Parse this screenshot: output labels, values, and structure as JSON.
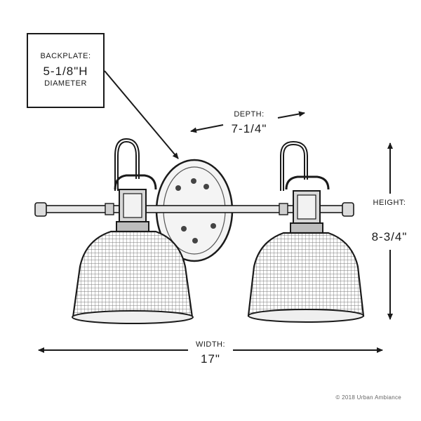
{
  "backplate": {
    "title": "BACKPLATE:",
    "value": "5-1/8\"H",
    "sub": "DIAMETER"
  },
  "depth": {
    "label": "DEPTH:",
    "value": "7-1/4\""
  },
  "height": {
    "label": "HEIGHT:",
    "value": "8-3/4\""
  },
  "width": {
    "label": "WIDTH:",
    "value": "17\""
  },
  "copyright": "© 2018 Urban Ambiance",
  "colors": {
    "ink": "#1a1a1a",
    "metal": "#8a8a8a"
  },
  "icons": [
    "vanity-light-fixture-icon",
    "arrow-icon"
  ]
}
